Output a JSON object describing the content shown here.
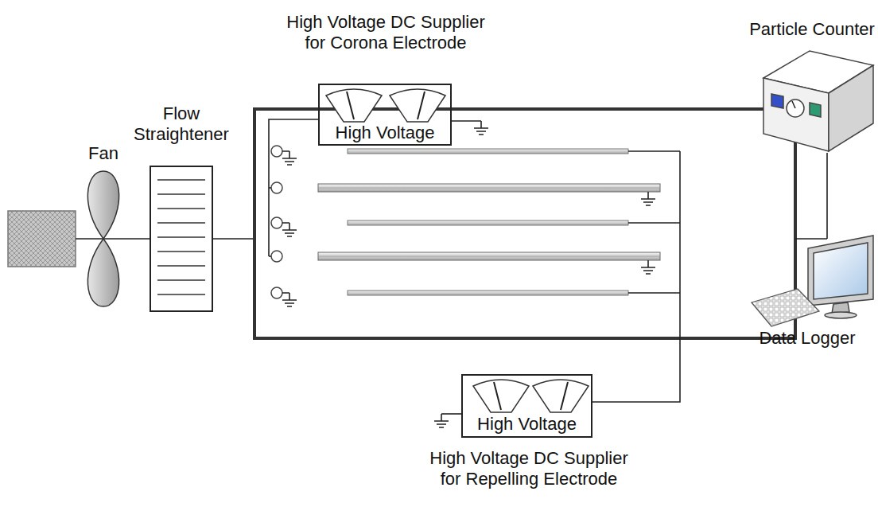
{
  "diagram": {
    "nodes": [
      {
        "text": [
          "Fan"
        ]
      },
      {
        "text": [
          "Flow Straightener"
        ]
      },
      {
        "text": [
          "High Voltage DC Supplier for Corona Electrode",
          "High Voltage"
        ]
      },
      {
        "text": [
          "Particle Counter"
        ]
      },
      {
        "text": [
          "Data Logger"
        ]
      },
      {
        "text": [
          "High Voltage",
          "High Voltage DC Supplier for Repelling Electrode"
        ]
      }
    ],
    "edges": [
      {
        "from": 0,
        "to": 1,
        "arrow": "none"
      },
      {
        "from": 3,
        "to": 4,
        "arrow": "none"
      }
    ]
  }
}
